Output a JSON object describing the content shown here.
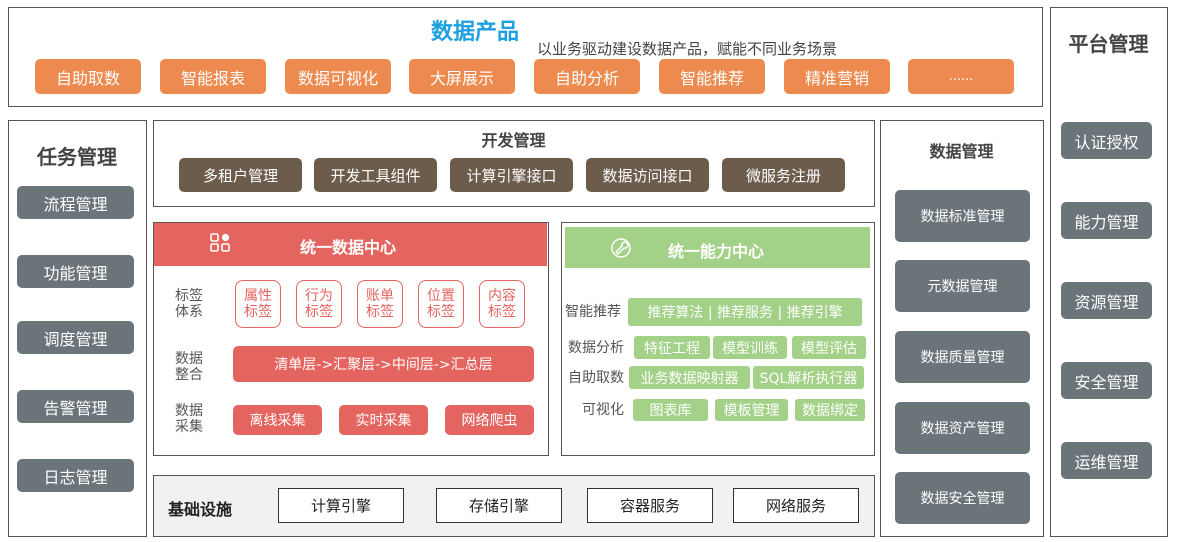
{
  "products": {
    "title": "数据产品",
    "subtitle": "以业务驱动建设数据产品，赋能不同业务场景",
    "items": [
      "自助取数",
      "智能报表",
      "数据可视化",
      "大屏展示",
      "自助分析",
      "智能推荐",
      "精准营销",
      "......"
    ]
  },
  "platform": {
    "title": "平台管理",
    "items": [
      "认证授权",
      "能力管理",
      "资源管理",
      "安全管理",
      "运维管理"
    ]
  },
  "task": {
    "title": "任务管理",
    "items": [
      "流程管理",
      "功能管理",
      "调度管理",
      "告警管理",
      "日志管理"
    ]
  },
  "dev": {
    "title": "开发管理",
    "items": [
      "多租户管理",
      "开发工具组件",
      "计算引擎接口",
      "数据访问接口",
      "微服务注册"
    ]
  },
  "data_center": {
    "title": "统一数据中心",
    "tag_label": "标签\n体系",
    "tags": [
      "属性\n标签",
      "行为\n标签",
      "账单\n标签",
      "位置\n标签",
      "内容\n标签"
    ],
    "integration_label": "数据\n整合",
    "integration_value": "清单层->汇聚层->中间层->汇总层",
    "collection_label": "数据\n采集",
    "collection_items": [
      "离线采集",
      "实时采集",
      "网络爬虫"
    ]
  },
  "ability_center": {
    "title": "统一能力中心",
    "rows": [
      {
        "label": "智能推荐",
        "items": [
          "推荐算法 | 推荐服务 | 推荐引擎"
        ]
      },
      {
        "label": "数据分析",
        "items": [
          "特征工程",
          "模型训练",
          "模型评估"
        ]
      },
      {
        "label": "自助取数",
        "items": [
          "业务数据映射器",
          "SQL解析执行器"
        ]
      },
      {
        "label": "可视化",
        "items": [
          "图表库",
          "模板管理",
          "数据绑定"
        ]
      }
    ]
  },
  "data_mgmt": {
    "title": "数据管理",
    "items": [
      "数据标准管理",
      "元数据管理",
      "数据质量管理",
      "数据资产管理",
      "数据安全管理"
    ]
  },
  "infra": {
    "title": "基础设施",
    "items": [
      "计算引擎",
      "存储引擎",
      "容器服务",
      "网络服务"
    ]
  },
  "colors": {
    "orange": "#EC8A4F",
    "gray": "#6A7479",
    "brown": "#6B5C4C",
    "red": "#E4645F",
    "green": "#A3D187",
    "blue": "#1EA0E0"
  },
  "icons": {
    "data_center": "grid-icon",
    "ability_center": "wrench-icon"
  }
}
